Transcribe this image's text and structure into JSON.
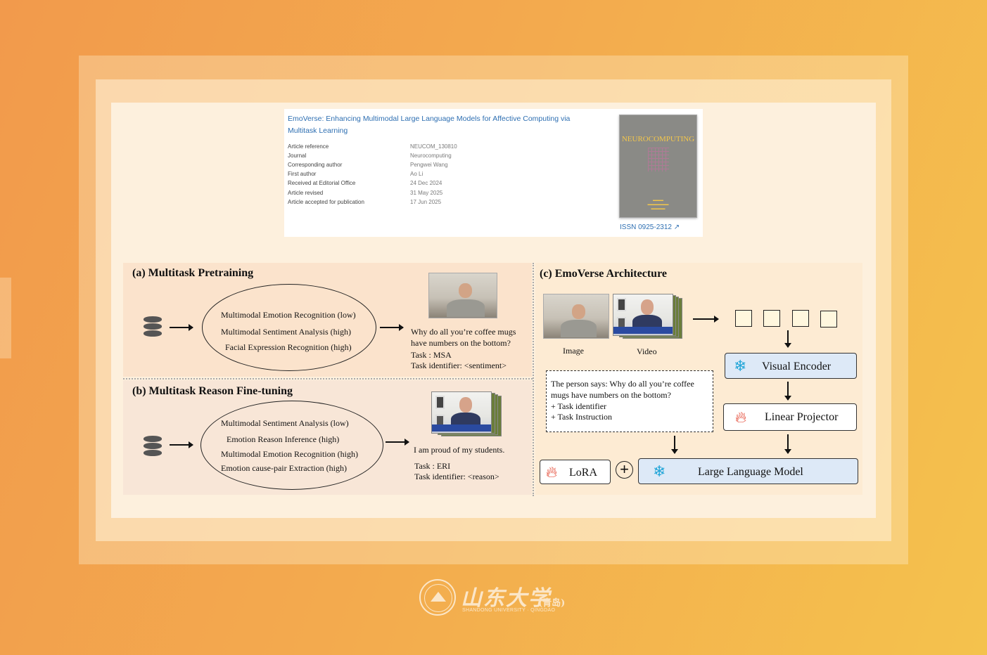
{
  "article": {
    "title": "EmoVerse: Enhancing Multimodal Large Language Models for Affective Computing via Multitask Learning",
    "rows": [
      {
        "label": "Article reference",
        "value": "NEUCOM_130810"
      },
      {
        "label": "Journal",
        "value": "Neurocomputing"
      },
      {
        "label": "Corresponding author",
        "value": "Pengwei Wang"
      },
      {
        "label": "First author",
        "value": "Ao Li"
      },
      {
        "label": "Received at Editorial Office",
        "value": "24 Dec 2024"
      },
      {
        "label": "Article revised",
        "value": "31 May 2025"
      },
      {
        "label": "Article accepted for publication",
        "value": "17 Jun 2025"
      }
    ],
    "cover_title": "NEUROCOMPUTING",
    "issn": "ISSN 0925-2312 ↗"
  },
  "panel_a": {
    "title": "(a) Multitask Pretraining",
    "tasks": [
      "Multimodal Emotion Recognition (low)",
      "Multimodal Sentiment Analysis (high)",
      "Facial Expression Recognition (high)"
    ],
    "example_text_1": "Why do all you’re coffee mugs",
    "example_text_2": "have numbers on the bottom?",
    "task": "Task : MSA",
    "identifier": "Task identifier: <sentiment>"
  },
  "panel_b": {
    "title": "(b) Multitask Reason Fine-tuning",
    "tasks": [
      "Multimodal  Sentiment Analysis (low)",
      "Emotion Reason Inference (high)",
      "Multimodal Emotion Recognition (high)",
      "Emotion cause-pair Extraction (high)"
    ],
    "example_text": "I am proud of my students.",
    "task": "Task : ERI",
    "identifier": "Task identifier: <reason>"
  },
  "panel_c": {
    "title": "(c) EmoVerse Architecture",
    "image_label": "Image",
    "video_label": "Video",
    "prompt_1": "The person says: Why do all you’re coffee",
    "prompt_2": "mugs have numbers on the bottom?",
    "prompt_3": "+ Task identifier",
    "prompt_4": "+ Task Instruction",
    "visual_encoder": "Visual Encoder",
    "linear_projector": "Linear Projector",
    "lora": "LoRA",
    "llm": "Large Language Model",
    "plus": "+"
  },
  "icons": {
    "database": "database-icon",
    "frozen": "snowflake-icon",
    "trainable": "fire-icon"
  },
  "colors": {
    "frozen_box": "#dde9f7",
    "snowflake": "#23a6d8",
    "fire": "#e0321c",
    "link": "#2e6fb2"
  },
  "footer": {
    "logo_cn": "山东大学",
    "campus_cn": "(青岛)",
    "logo_en": "SHANDONG UNIVERSITY · QINGDAO"
  }
}
